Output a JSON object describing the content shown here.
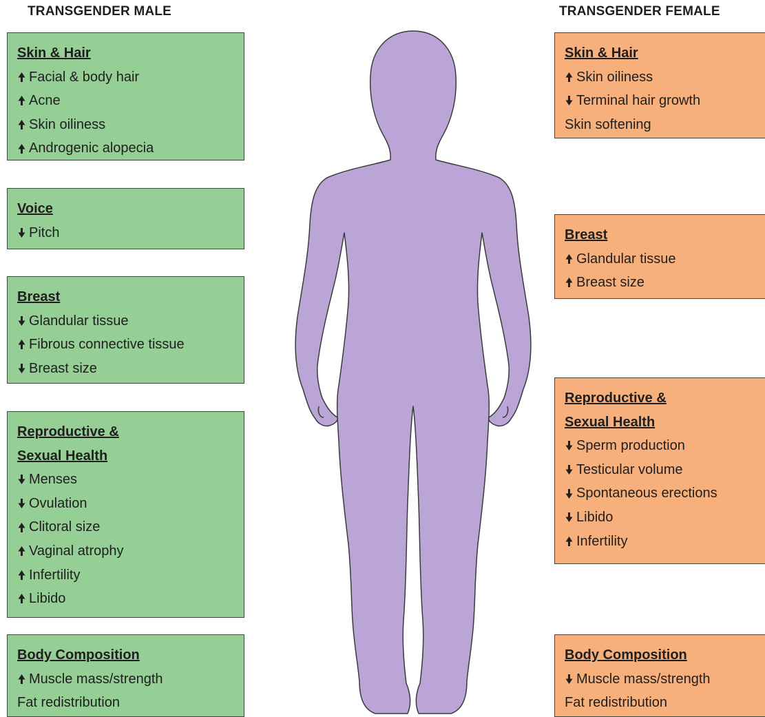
{
  "male": {
    "title": "TRANSGENDER MALE",
    "color": "#95cf95",
    "sections": [
      {
        "title": "Skin & Hair",
        "items": [
          {
            "dir": "up",
            "text": "Facial & body hair"
          },
          {
            "dir": "up",
            "text": "Acne"
          },
          {
            "dir": "up",
            "text": "Skin oiliness"
          },
          {
            "dir": "up",
            "text": "Androgenic alopecia"
          }
        ]
      },
      {
        "title": "Voice",
        "items": [
          {
            "dir": "down",
            "text": "Pitch"
          }
        ]
      },
      {
        "title": "Breast",
        "items": [
          {
            "dir": "down",
            "text": "Glandular tissue"
          },
          {
            "dir": "up",
            "text": "Fibrous connective tissue"
          },
          {
            "dir": "down",
            "text": "Breast size"
          }
        ]
      },
      {
        "title": "Reproductive & Sexual Health",
        "title_lines": [
          "Reproductive &",
          "Sexual Health"
        ],
        "items": [
          {
            "dir": "down",
            "text": "Menses"
          },
          {
            "dir": "down",
            "text": "Ovulation"
          },
          {
            "dir": "up",
            "text": "Clitoral size"
          },
          {
            "dir": "up",
            "text": "Vaginal atrophy"
          },
          {
            "dir": "up",
            "text": "Infertility"
          },
          {
            "dir": "up",
            "text": "Libido"
          }
        ]
      },
      {
        "title": "Body Composition",
        "items": [
          {
            "dir": "up",
            "text": "Muscle mass/strength"
          },
          {
            "dir": "none",
            "text": "Fat redistribution"
          }
        ]
      }
    ]
  },
  "female": {
    "title": "TRANSGENDER FEMALE",
    "color": "#f7b07b",
    "sections": [
      {
        "title": "Skin & Hair",
        "items": [
          {
            "dir": "up",
            "text": "Skin oiliness"
          },
          {
            "dir": "down",
            "text": "Terminal hair growth"
          },
          {
            "dir": "none",
            "text": "Skin softening"
          }
        ]
      },
      {
        "title": "Breast",
        "items": [
          {
            "dir": "up",
            "text": "Glandular tissue"
          },
          {
            "dir": "up",
            "text": "Breast size"
          }
        ]
      },
      {
        "title": "Reproductive & Sexual Health",
        "title_lines": [
          "Reproductive &",
          "Sexual Health"
        ],
        "items": [
          {
            "dir": "down",
            "text": "Sperm production"
          },
          {
            "dir": "down",
            "text": "Testicular volume"
          },
          {
            "dir": "down",
            "text": "Spontaneous erections"
          },
          {
            "dir": "down",
            "text": "Libido"
          },
          {
            "dir": "up",
            "text": "Infertility"
          }
        ]
      },
      {
        "title": "Body Composition",
        "items": [
          {
            "dir": "down",
            "text": "Muscle mass/strength"
          },
          {
            "dir": "none",
            "text": "Fat redistribution"
          }
        ]
      }
    ]
  },
  "figure": {
    "icon": "human-body-silhouette",
    "color": "#bba4d6"
  }
}
